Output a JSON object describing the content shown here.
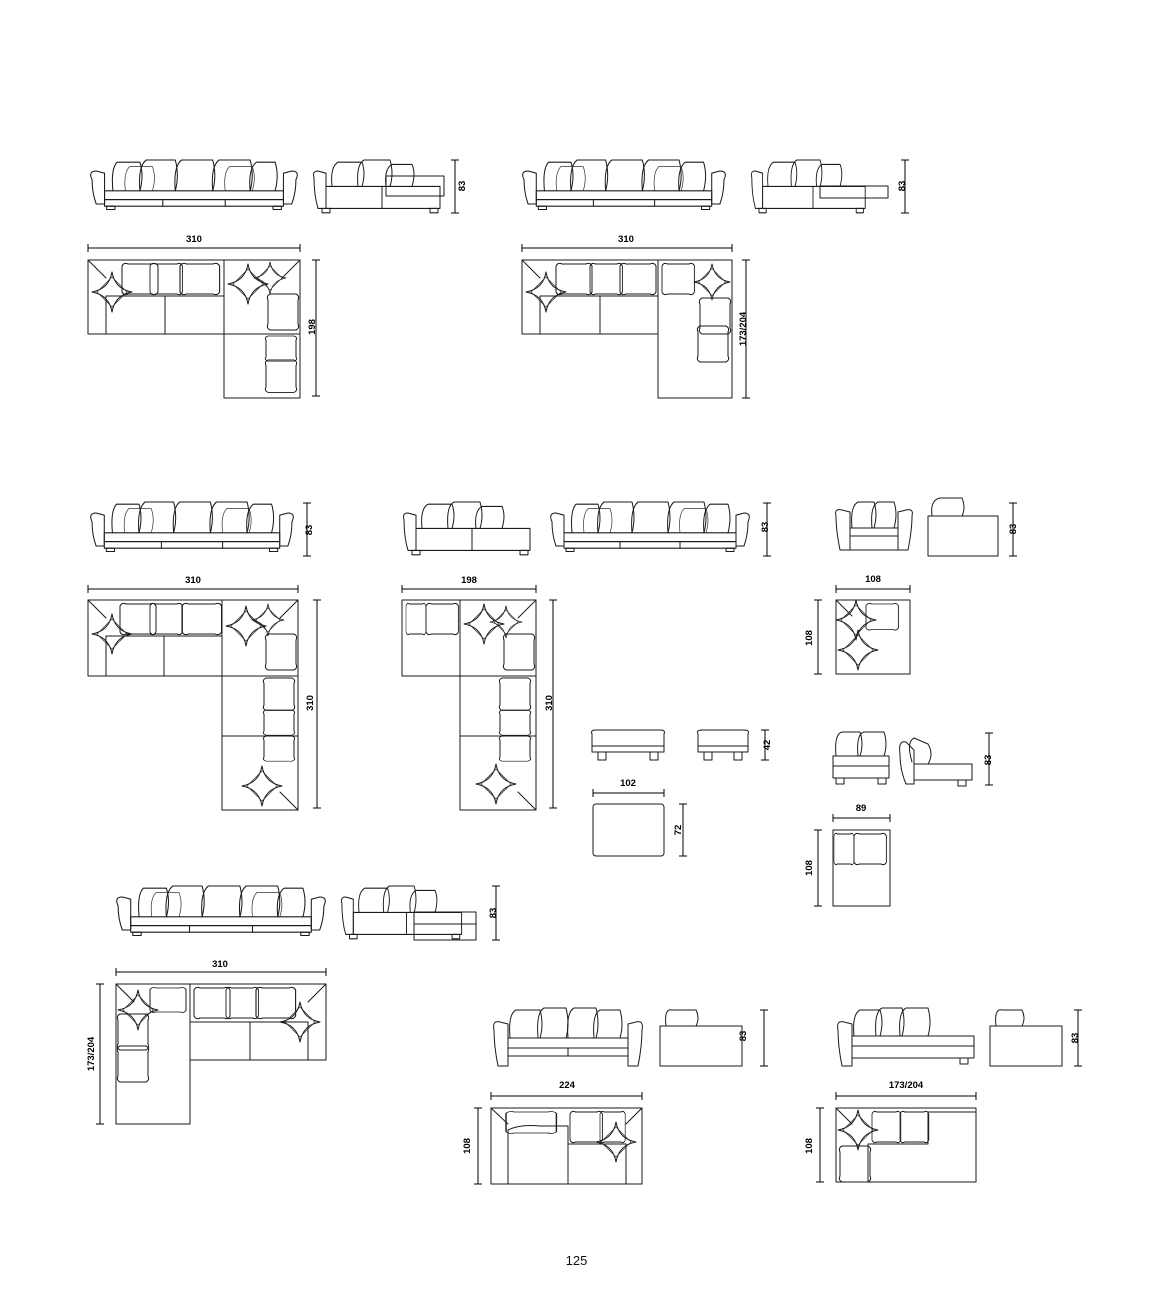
{
  "dimensions": {
    "d1": "83",
    "d2": "83",
    "d3": "310",
    "d4": "198",
    "d5": "310",
    "d6": "173/204",
    "d7": "83",
    "d8": "83",
    "d9": "83",
    "d10": "310",
    "d11": "310",
    "d12": "198",
    "d13": "310",
    "d14": "108",
    "d15": "108",
    "d16": "42",
    "d17": "102",
    "d18": "72",
    "d19": "83",
    "d20": "89",
    "d21": "108",
    "d22": "83",
    "d23": "310",
    "d24": "173/204",
    "d25": "83",
    "d26": "224",
    "d27": "108",
    "d28": "83",
    "d29": "173/204",
    "d30": "108"
  },
  "page_number": "125"
}
